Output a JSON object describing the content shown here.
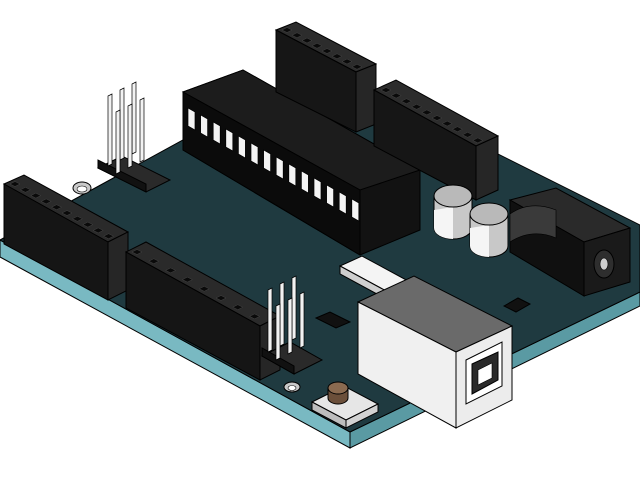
{
  "scene": {
    "subject": "board-3d-render",
    "colors": {
      "background": "#ffffff",
      "pcb_top": "#1f3a40",
      "pcb_edge": "#79b9c2",
      "header_dark": "#1a1a1a",
      "header_mid": "#2a2a2a",
      "outline": "#000000",
      "pin_metal": "#f2f2f2",
      "usb_body": "#e8e8e8",
      "usb_side": "#6a6a6a",
      "capacitor": "#d6d6d6",
      "chip_dark": "#111111"
    },
    "components": [
      {
        "name": "pcb-board"
      },
      {
        "name": "microcontroller-chip",
        "pin_count": 28
      },
      {
        "name": "digital-header-top-left"
      },
      {
        "name": "digital-header-top-right"
      },
      {
        "name": "power-header-bottom-left"
      },
      {
        "name": "analog-header-bottom-right"
      },
      {
        "name": "icsp-header-top",
        "pins": 6
      },
      {
        "name": "icsp-header-bottom",
        "pins": 6
      },
      {
        "name": "usb-b-connector"
      },
      {
        "name": "dc-power-jack"
      },
      {
        "name": "electrolytic-capacitor-left"
      },
      {
        "name": "electrolytic-capacitor-right"
      },
      {
        "name": "crystal-oscillator"
      },
      {
        "name": "reset-button"
      },
      {
        "name": "mounting-hole-left"
      },
      {
        "name": "mounting-hole-bottom"
      }
    ]
  }
}
